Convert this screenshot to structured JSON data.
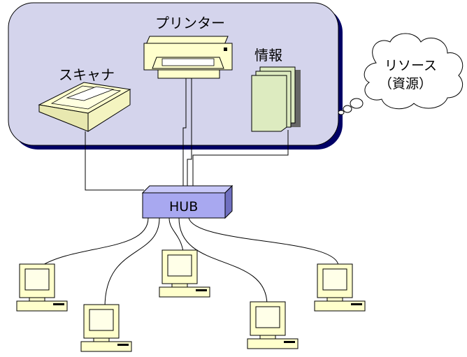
{
  "labels": {
    "printer": "プリンター",
    "scanner": "スキャナ",
    "info": "情報",
    "hub": "HUB",
    "cloud_line1": "リソース",
    "cloud_line2": "（資源）"
  },
  "colors": {
    "panel_fill": "#D4D4EC",
    "panel_shadow": "#000066",
    "device_fill": "#FFFFCC",
    "doc_fill": "#DDEBC0",
    "hub_fill": "#A8A8F0",
    "line": "#000000"
  }
}
